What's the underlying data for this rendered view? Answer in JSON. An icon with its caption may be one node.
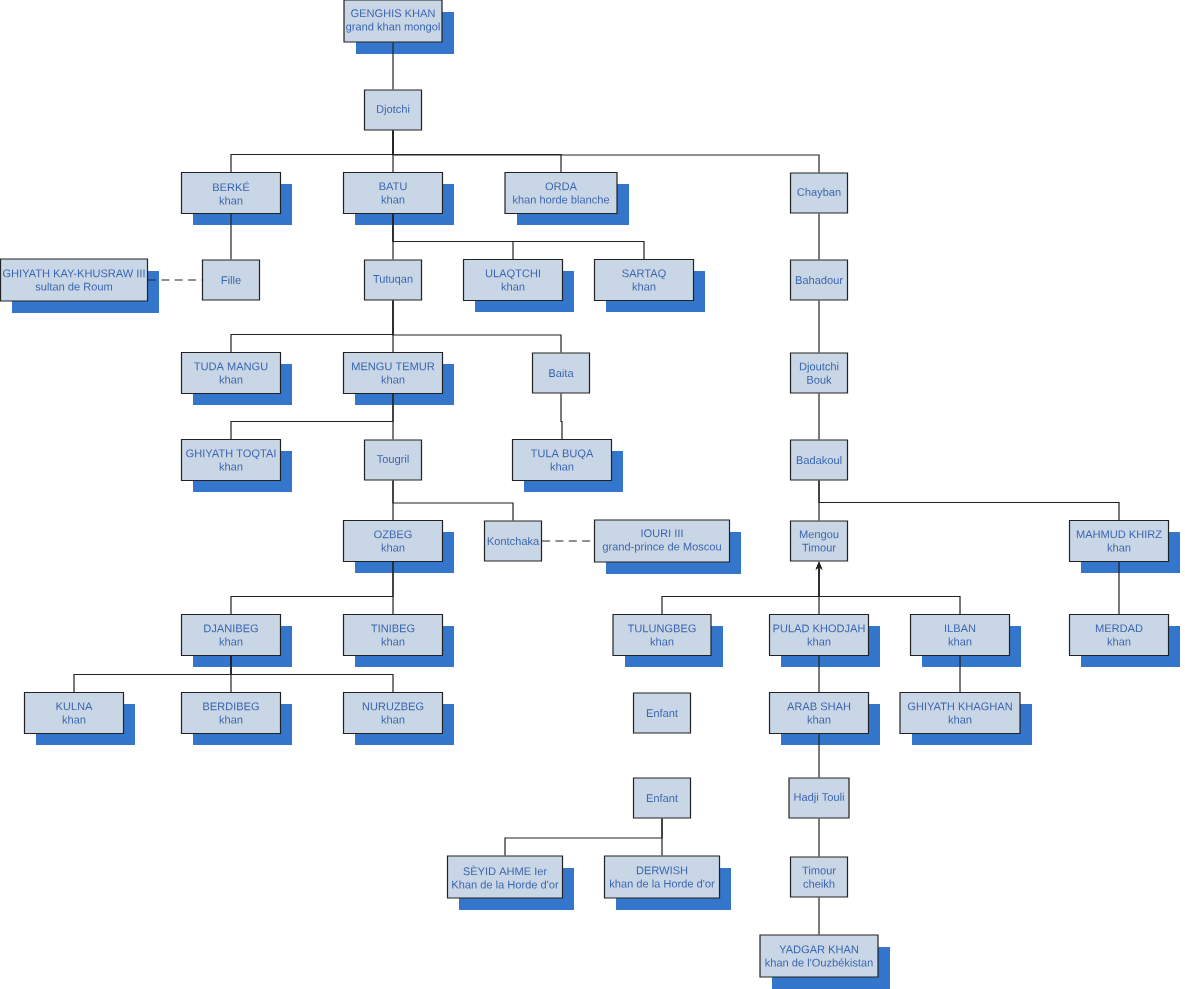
{
  "diagram": {
    "nodes": [
      {
        "text": [
          "GENGHIS KHAN",
          "grand khan mongol"
        ]
      },
      {
        "text": [
          "Djotchi"
        ]
      },
      {
        "text": [
          "BERKÉ",
          "khan"
        ]
      },
      {
        "text": [
          "BATU",
          "khan"
        ]
      },
      {
        "text": [
          "ORDA",
          "khan horde blanche"
        ]
      },
      {
        "text": [
          "Chayban"
        ]
      },
      {
        "text": [
          "GHIYATH KAY-KHUSRAW III",
          "sultan de Roum"
        ]
      },
      {
        "text": [
          "Fille"
        ]
      },
      {
        "text": [
          "Tutuqan"
        ]
      },
      {
        "text": [
          "ULAQTCHI",
          "khan"
        ]
      },
      {
        "text": [
          "SARTAQ",
          "khan"
        ]
      },
      {
        "text": [
          "Bahadour"
        ]
      },
      {
        "text": [
          "TUDA MANGU",
          "khan"
        ]
      },
      {
        "text": [
          "MENGU TEMUR",
          "khan"
        ]
      },
      {
        "text": [
          "Baita"
        ]
      },
      {
        "text": [
          "Djoutchi Bouk"
        ]
      },
      {
        "text": [
          "GHIYATH TOQTAI",
          "khan"
        ]
      },
      {
        "text": [
          "Tougril"
        ]
      },
      {
        "text": [
          "TULA BUQA",
          "khan"
        ]
      },
      {
        "text": [
          "Badakoul"
        ]
      },
      {
        "text": [
          "OZBEG",
          "khan"
        ]
      },
      {
        "text": [
          "Kontchaka"
        ]
      },
      {
        "text": [
          "IOURI III",
          "grand-prince de Moscou"
        ]
      },
      {
        "text": [
          "Mengou Timour"
        ]
      },
      {
        "text": [
          "MAHMUD KHIRZ",
          "khan"
        ]
      },
      {
        "text": [
          "DJANIBEG",
          "khan"
        ]
      },
      {
        "text": [
          "TINIBEG",
          "khan"
        ]
      },
      {
        "text": [
          "TULUNGBEG",
          "khan"
        ]
      },
      {
        "text": [
          "PULAD KHODJAH",
          "khan"
        ]
      },
      {
        "text": [
          "ILBAN",
          "khan"
        ]
      },
      {
        "text": [
          "MERDAD",
          "khan"
        ]
      },
      {
        "text": [
          "KULNA",
          "khan"
        ]
      },
      {
        "text": [
          "BERDIBEG",
          "khan"
        ]
      },
      {
        "text": [
          "NURUZBEG",
          "khan"
        ]
      },
      {
        "text": [
          "Enfant"
        ]
      },
      {
        "text": [
          "ARAB SHAH",
          "khan"
        ]
      },
      {
        "text": [
          "GHIYATH KHAGHAN",
          "khan"
        ]
      },
      {
        "text": [
          "Enfant"
        ]
      },
      {
        "text": [
          "Hadji Touli"
        ]
      },
      {
        "text": [
          "SÈYID AHME Ier",
          "Khan de la Horde d'or"
        ]
      },
      {
        "text": [
          "DERWISH",
          "khan de la Horde d'or"
        ]
      },
      {
        "text": [
          "Timour cheikh"
        ]
      },
      {
        "text": [
          "YADGAR KHAN",
          "khan de l'Ouzbékistan"
        ]
      }
    ],
    "edges": [
      {
        "from": 0,
        "to": 1,
        "arrow": "none"
      },
      {
        "from": 1,
        "to": 2,
        "arrow": "none"
      },
      {
        "from": 1,
        "to": 3,
        "arrow": "none"
      },
      {
        "from": 1,
        "to": 4,
        "arrow": "none"
      },
      {
        "from": 1,
        "to": 5,
        "arrow": "none"
      },
      {
        "from": 2,
        "to": 7,
        "arrow": "none"
      },
      {
        "from": 6,
        "to": 7,
        "arrow": "none",
        "style": "dashed"
      },
      {
        "from": 3,
        "to": 8,
        "arrow": "none"
      },
      {
        "from": 3,
        "to": 9,
        "arrow": "none"
      },
      {
        "from": 3,
        "to": 10,
        "arrow": "none"
      },
      {
        "from": 5,
        "to": 11,
        "arrow": "none"
      },
      {
        "from": 8,
        "to": 12,
        "arrow": "none"
      },
      {
        "from": 8,
        "to": 13,
        "arrow": "none"
      },
      {
        "from": 8,
        "to": 14,
        "arrow": "none"
      },
      {
        "from": 11,
        "to": 15,
        "arrow": "none"
      },
      {
        "from": 13,
        "to": 16,
        "arrow": "none"
      },
      {
        "from": 13,
        "to": 17,
        "arrow": "none"
      },
      {
        "from": 14,
        "to": 18,
        "arrow": "none"
      },
      {
        "from": 15,
        "to": 19,
        "arrow": "none"
      },
      {
        "from": 17,
        "to": 20,
        "arrow": "none"
      },
      {
        "from": 17,
        "to": 21,
        "arrow": "none"
      },
      {
        "from": 21,
        "to": 22,
        "arrow": "none",
        "style": "dashed"
      },
      {
        "from": 19,
        "to": 23,
        "arrow": "none"
      },
      {
        "from": 19,
        "to": 24,
        "arrow": "none"
      },
      {
        "from": 20,
        "to": 25,
        "arrow": "none"
      },
      {
        "from": 20,
        "to": 26,
        "arrow": "none"
      },
      {
        "from": 27,
        "to": 23,
        "arrow": "to"
      },
      {
        "from": 28,
        "to": 23,
        "arrow": "to"
      },
      {
        "from": 29,
        "to": 23,
        "arrow": "to"
      },
      {
        "from": 24,
        "to": 30,
        "arrow": "none"
      },
      {
        "from": 25,
        "to": 31,
        "arrow": "none"
      },
      {
        "from": 25,
        "to": 32,
        "arrow": "none"
      },
      {
        "from": 25,
        "to": 33,
        "arrow": "none"
      },
      {
        "from": 28,
        "to": 35,
        "arrow": "none"
      },
      {
        "from": 29,
        "to": 36,
        "arrow": "none"
      },
      {
        "from": 35,
        "to": 38,
        "arrow": "none"
      },
      {
        "from": 37,
        "to": 39,
        "arrow": "none"
      },
      {
        "from": 37,
        "to": 40,
        "arrow": "none"
      },
      {
        "from": 38,
        "to": 41,
        "arrow": "none"
      },
      {
        "from": 41,
        "to": 42,
        "arrow": "none"
      }
    ]
  }
}
